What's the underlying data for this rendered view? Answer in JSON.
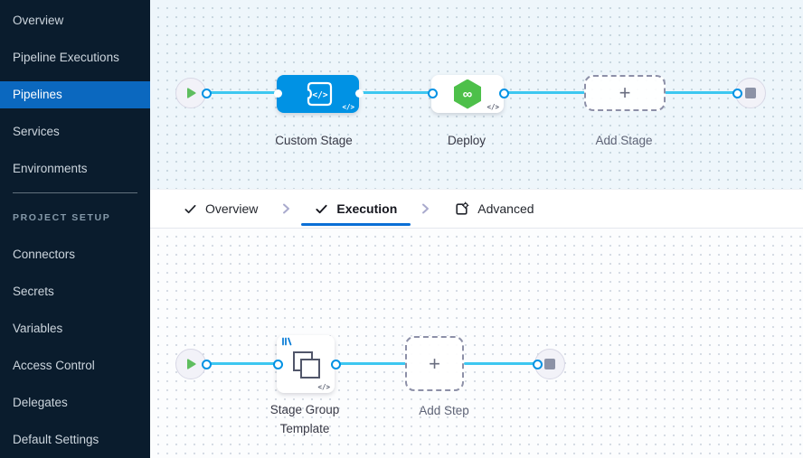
{
  "colors": {
    "sidebar_bg": "#0a1c2d",
    "sidebar_selected": "#0b68bf",
    "node_blue": "#0092e4",
    "connector_line": "#3dc7f0",
    "deploy_green": "#4dc04a",
    "tab_underline": "#0b6fd6",
    "template_badge_blue": "#0278d5",
    "play_green": "#5fbe5f"
  },
  "sidebar": {
    "items": [
      {
        "label": "Overview",
        "selected": false
      },
      {
        "label": "Pipeline Executions",
        "selected": false
      },
      {
        "label": "Pipelines",
        "selected": true
      },
      {
        "label": "Services",
        "selected": false
      },
      {
        "label": "Environments",
        "selected": false
      }
    ],
    "section_header": "PROJECT SETUP",
    "setup_items": [
      {
        "label": "Connectors"
      },
      {
        "label": "Secrets"
      },
      {
        "label": "Variables"
      },
      {
        "label": "Access Control"
      },
      {
        "label": "Delegates"
      },
      {
        "label": "Default Settings"
      }
    ]
  },
  "stage_graph": {
    "custom_stage": {
      "label": "Custom Stage",
      "icon_glyph": "</>",
      "code_badge": "</>"
    },
    "deploy": {
      "label": "Deploy",
      "icon_glyph": "∞",
      "code_badge": "</>"
    },
    "add_stage": {
      "label": "Add Stage",
      "plus": "+"
    }
  },
  "tab_bar": {
    "overview": {
      "label": "Overview"
    },
    "execution": {
      "label": "Execution"
    },
    "advanced": {
      "label": "Advanced"
    }
  },
  "execution_graph": {
    "stage_group_template": {
      "label": "Stage Group Template",
      "code_badge": "</>"
    },
    "add_step": {
      "label": "Add Step",
      "plus": "+"
    }
  }
}
